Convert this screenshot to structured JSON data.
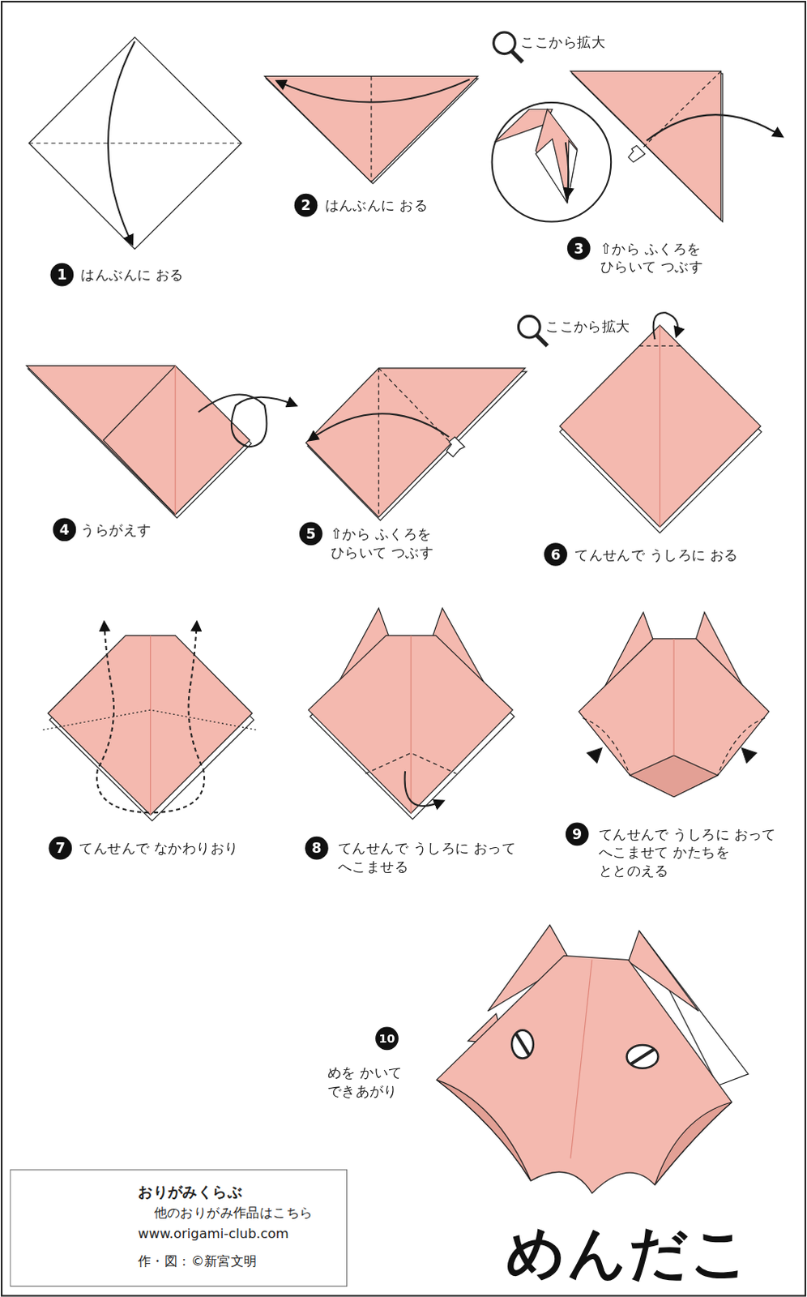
{
  "diagram": {
    "title": "めんだこ",
    "nodes": [
      {
        "text": [
          "1",
          "はんぶんに おる"
        ]
      },
      {
        "text": [
          "2",
          "はんぶんに おる"
        ]
      },
      {
        "text": [
          "3",
          "⇧から ふくろを ひらいて つぶす"
        ]
      },
      {
        "text": [
          "4",
          "うらがえす"
        ]
      },
      {
        "text": [
          "5",
          "⇧から ふくろを ひらいて つぶす"
        ]
      },
      {
        "text": [
          "6",
          "てんせんで うしろに おる"
        ]
      },
      {
        "text": [
          "7",
          "てんせんで なかわりおり"
        ]
      },
      {
        "text": [
          "8",
          "てんせんで うしろに おって へこませる"
        ]
      },
      {
        "text": [
          "9",
          "てんせんで うしろに おって へこませて かたちを ととのえる"
        ]
      },
      {
        "text": [
          "10",
          "めを かいて できあがり"
        ]
      },
      {
        "text": [
          "おりがみくらぶ",
          "他のおりがみ作品はこちら",
          "www.origami-club.com",
          "作・図：©新宮文明"
        ]
      }
    ],
    "labels": [
      "ここから拡大",
      "ここから拡大"
    ]
  }
}
